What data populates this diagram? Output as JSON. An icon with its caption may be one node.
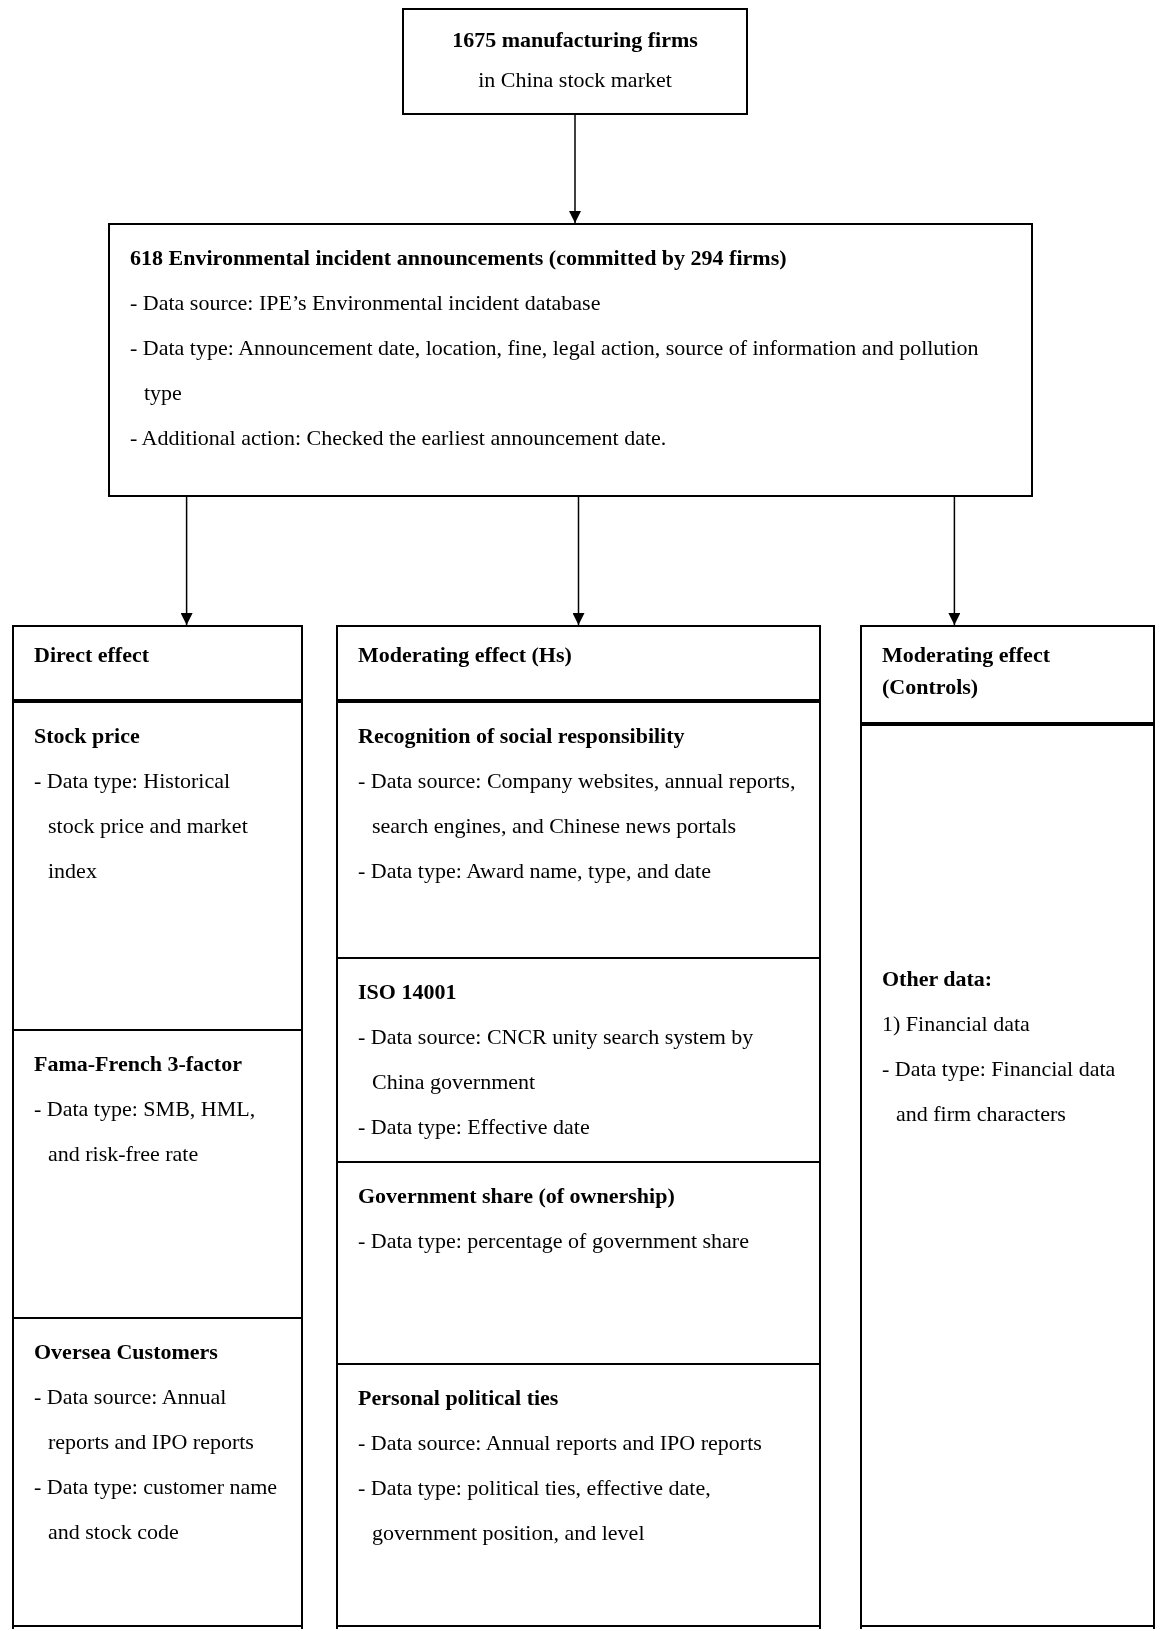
{
  "diagram": {
    "nodes": [
      {
        "text": [
          "1675 manufacturing firms",
          "in China stock market"
        ]
      },
      {
        "text": [
          "618 Environmental incident announcements (committed by 294 firms)",
          "- Data source: IPE’s Environmental incident database",
          "- Data type: Announcement date, location, fine, legal action, source of information and pollution type",
          "- Additional action: Checked the earliest announcement date."
        ]
      },
      {
        "text": [
          "Direct effect"
        ]
      },
      {
        "text": [
          "Stock price",
          "- Data type: Historical stock price and market index"
        ],
        "in": 2
      },
      {
        "text": [
          "Fama-French 3-factor",
          "- Data type: SMB, HML, and risk-free rate"
        ],
        "in": 2
      },
      {
        "text": [
          "Oversea Customers",
          "- Data source: Annual reports and IPO reports",
          "- Data type: customer name and stock code"
        ],
        "in": 2
      },
      {
        "text": [
          "Moderating effect (Hs)"
        ]
      },
      {
        "text": [
          "Recognition of social responsibility",
          "- Data source: Company websites, annual reports, search engines, and Chinese news portals",
          "- Data type: Award name, type, and date"
        ],
        "in": 6
      },
      {
        "text": [
          "ISO 14001",
          "- Data source: CNCR unity search system by China government",
          "- Data type: Effective date"
        ],
        "in": 6
      },
      {
        "text": [
          "Government share (of ownership)",
          "- Data type: percentage of government share"
        ],
        "in": 6
      },
      {
        "text": [
          "Personal political ties",
          "- Data source: Annual reports and IPO reports",
          "- Data type: political ties, effective date, government position, and level"
        ],
        "in": 6
      },
      {
        "text": [
          "Moderating effect (Controls)"
        ]
      },
      {
        "text": [
          "Other data:",
          "1) Financial data",
          "- Data type: Financial data and firm characters"
        ],
        "in": 11
      }
    ],
    "edges": [
      {
        "from": 0,
        "to": 1,
        "arrow": "to"
      },
      {
        "from": 1,
        "to": 2,
        "arrow": "to"
      },
      {
        "from": 1,
        "to": 6,
        "arrow": "to"
      },
      {
        "from": 1,
        "to": 11,
        "arrow": "to"
      }
    ]
  }
}
